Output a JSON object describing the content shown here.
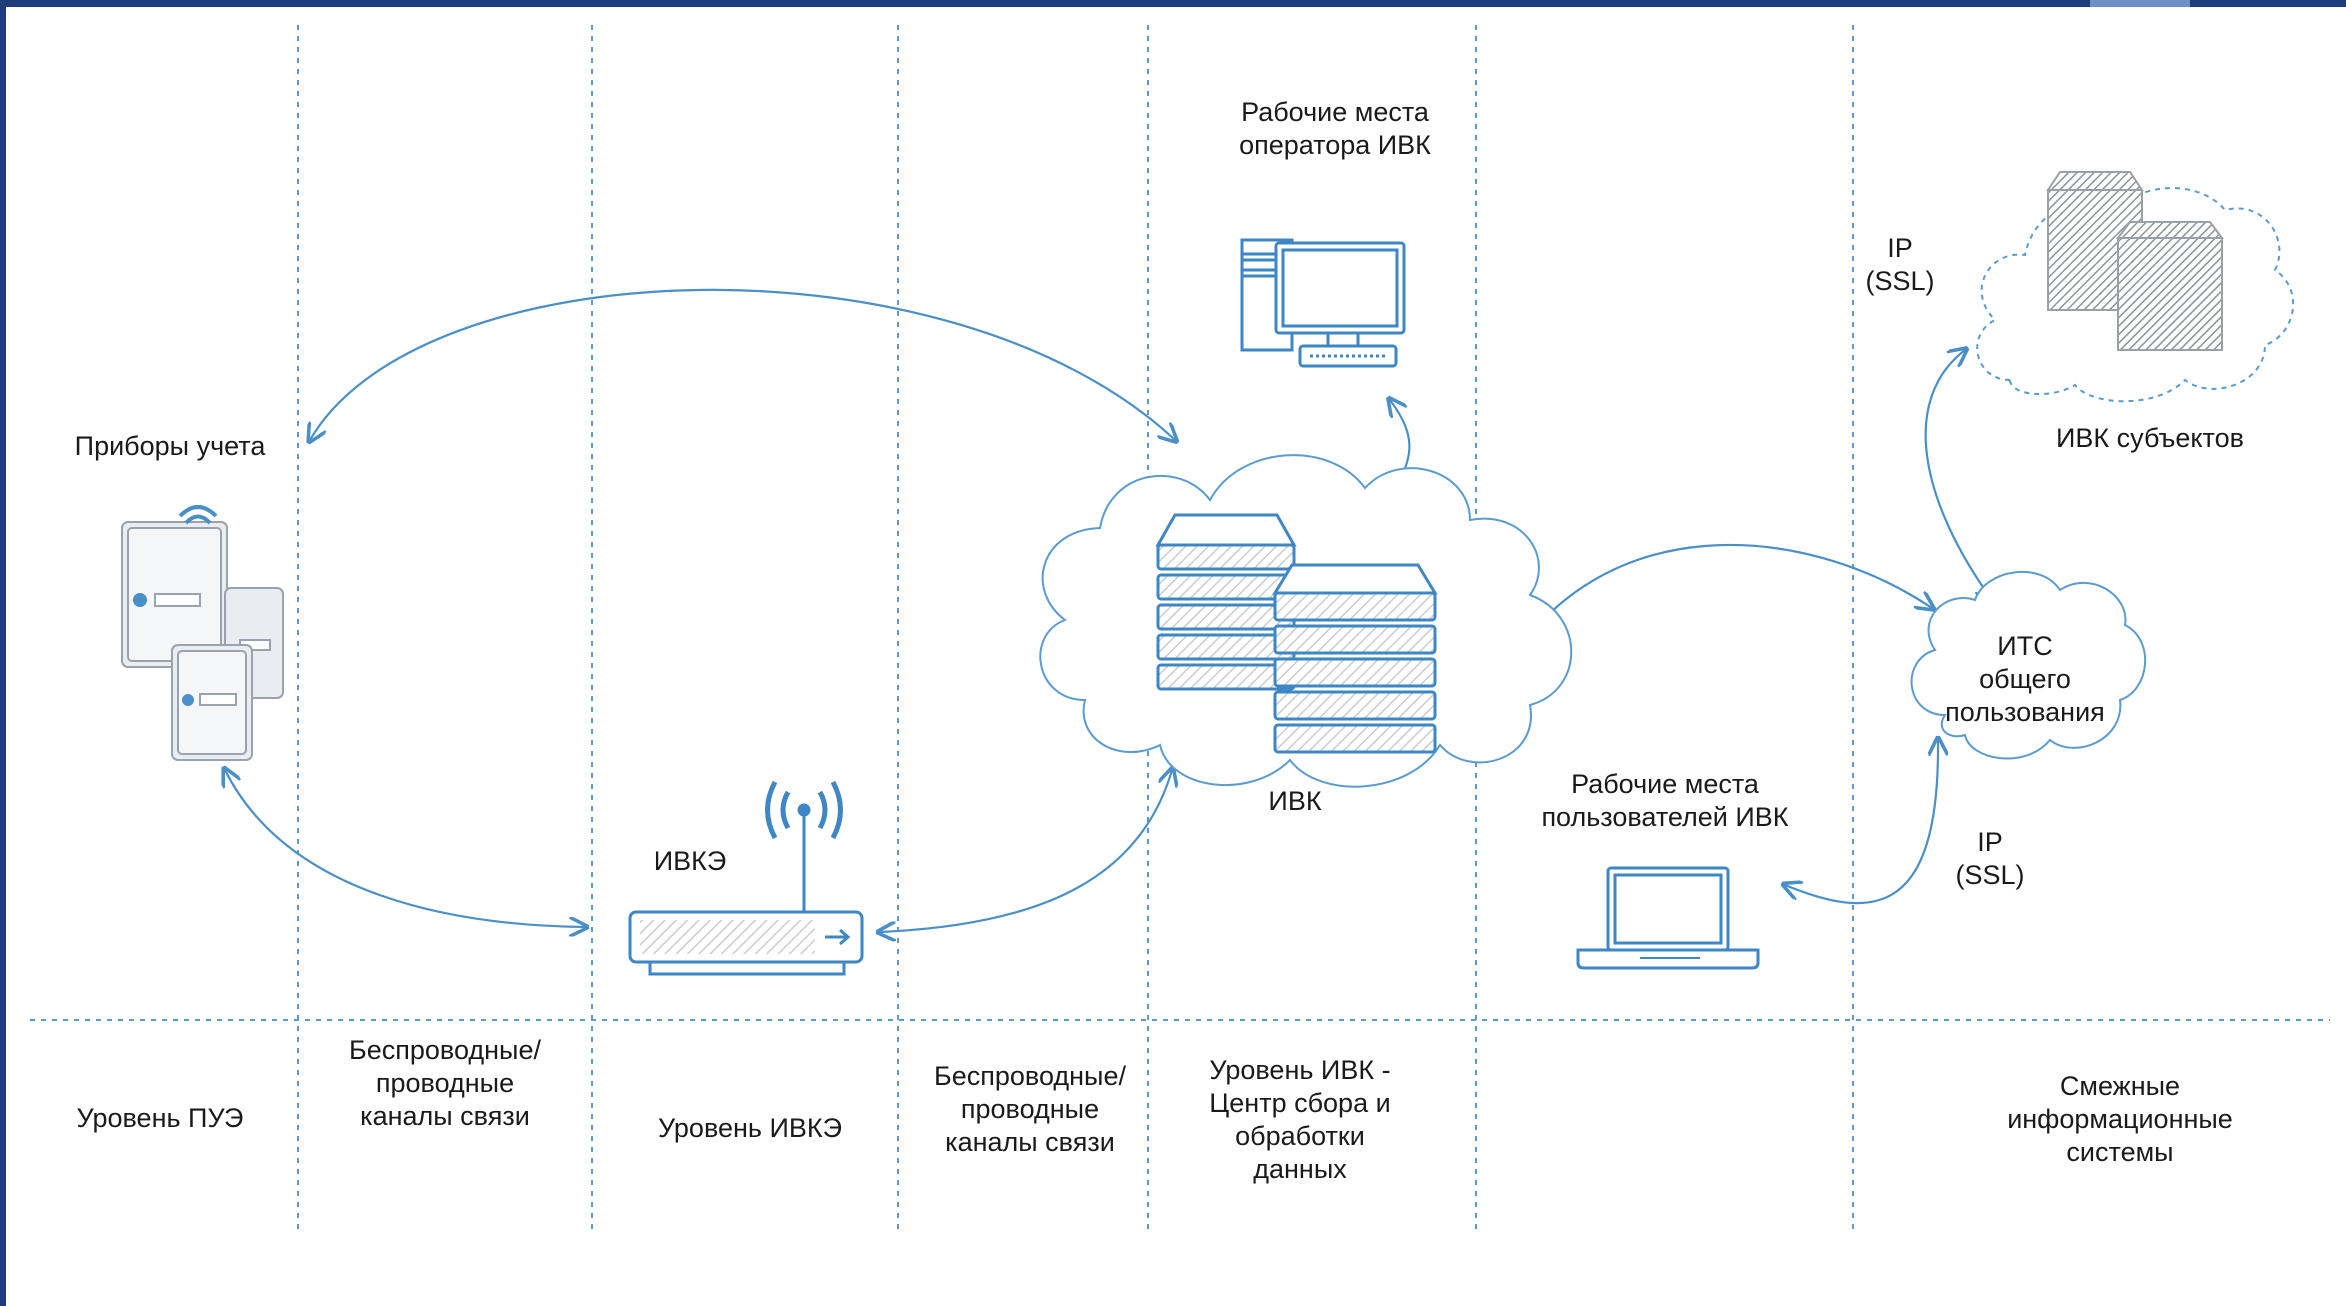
{
  "colors": {
    "line": "#4a8fc7",
    "icon": "#3f86c4",
    "icon_fill": "#ffffff",
    "hatch": "#c9cdd2",
    "frame": "#1f3d7a"
  },
  "nodes": {
    "pribory": "Приборы учета",
    "ivke": "ИВКЭ",
    "operator_ws": "Рабочие места\nоператора ИВК",
    "ivk": "ИВК",
    "user_ws": "Рабочие места\nпользователей ИВК",
    "ivk_subjects": "ИВК субъектов",
    "its": "ИТС\nобщего\nпользования",
    "ip_ssl_top": "IP\n(SSL)",
    "ip_ssl_bottom": "IP\n(SSL)"
  },
  "levels": [
    {
      "id": "pue",
      "label": "Уровень ПУЭ"
    },
    {
      "id": "channels-1",
      "label": "Беспроводные/\nпроводные\nканалы связи"
    },
    {
      "id": "ivke",
      "label": "Уровень ИВКЭ"
    },
    {
      "id": "channels-2",
      "label": "Беспроводные/\nпроводные\nканалы связи"
    },
    {
      "id": "ivk",
      "label": "Уровень ИВК -\nЦентр сбора и\nобработки\nданных"
    },
    {
      "id": "empty",
      "label": ""
    },
    {
      "id": "adjacent",
      "label": "Смежные\nинформационные\nсистемы"
    }
  ],
  "icons": {
    "meters": "electricity-meters-icon",
    "router": "wireless-router-icon",
    "desktop": "desktop-computer-icon",
    "servers": "server-rack-icon",
    "laptop": "laptop-icon",
    "cloud": "cloud-icon"
  }
}
